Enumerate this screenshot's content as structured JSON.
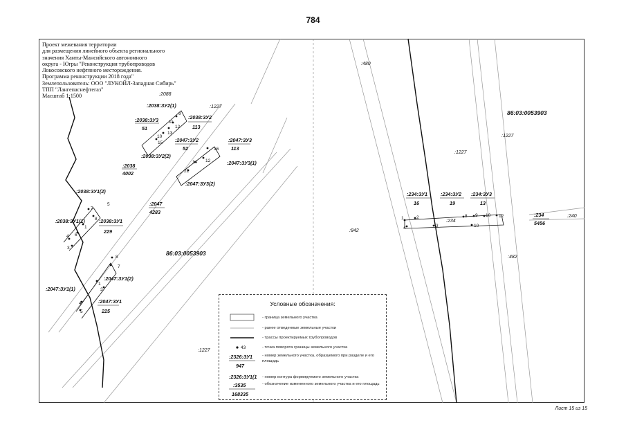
{
  "page_number": "784",
  "sheet_label": "Лист 15 из 15",
  "title_block": {
    "lines": [
      "Проект межевания территории",
      "для размещения линейного объекта регионального",
      "значения Ханты-Мансийского автономного",
      "округа - Югры \"Реконструкция трубопроводов",
      "Локосовского нефтяного месторождения.",
      "Программа реконструкции 2018 года\"",
      "Землепользователь: ООО \"ЛУКОЙЛ-Западная Сибирь\"",
      "ТПП \"Лангепаснефтегаз\"",
      "Масштаб 1:1500"
    ]
  },
  "map": {
    "quarter_labels": [
      "86:03:0053903",
      "86:03:0053903"
    ],
    "parcel_labels": [
      {
        "id": ":2038:ЗУ2(1)"
      },
      {
        "id": ":2038:ЗУ3",
        "area": "51"
      },
      {
        "id": ":2038:ЗУ2",
        "area": "113"
      },
      {
        "id": ":2038:ЗУ2(2)"
      },
      {
        "id": ":2047:ЗУ2",
        "area": "52"
      },
      {
        "id": ":2047:ЗУ3",
        "area": "113"
      },
      {
        "id": ":2047:ЗУ3(1)"
      },
      {
        "id": ":2047:ЗУ3(2)"
      },
      {
        "id": ":2038",
        "area": "4002"
      },
      {
        "id": ":2047",
        "area": "4283"
      },
      {
        "id": ":2038:ЗУ1(2)"
      },
      {
        "id": ":2038:ЗУ1(1)"
      },
      {
        "id": ":2038:ЗУ1",
        "area": "229"
      },
      {
        "id": ":2047:ЗУ1(2)"
      },
      {
        "id": ":2047:ЗУ1(1)"
      },
      {
        "id": ":2047:ЗУ1",
        "area": "225"
      },
      {
        "id": ":234:ЗУ1",
        "area": "16"
      },
      {
        "id": ":234:ЗУ2",
        "area": "19"
      },
      {
        "id": ":234:ЗУ3",
        "area": "13"
      },
      {
        "id": ":234",
        "area": "5456"
      }
    ],
    "plain_labels": [
      ":2088",
      ":1227",
      ":480",
      ":1227",
      ":1227",
      ":842",
      ":482",
      ":1227",
      ":240",
      ":234"
    ],
    "points": [
      "9",
      "11",
      "12",
      "13",
      "10",
      "15",
      "16",
      "12",
      "14",
      "22",
      "5",
      "7",
      "8",
      "1",
      "6",
      "4",
      "3",
      "8",
      "7",
      "1",
      "3",
      "4",
      "5",
      "1",
      "2",
      "3",
      "4",
      "8",
      "9",
      "10",
      "12",
      "10"
    ]
  },
  "legend": {
    "title": "Условные обозначения:",
    "items": [
      {
        "text": "- граница земельного участка"
      },
      {
        "text": "- ранее отведенные земельные участки"
      },
      {
        "text": "- трассы проектируемых трубопроводов"
      },
      {
        "symbol_text": "43",
        "text": "- точка поворота границы земельного участка"
      },
      {
        "symbol_top": ":2326:ЗУ1",
        "symbol_bottom": "947",
        "text": "- номер земельного участка, образуемого при разделе и его площадь"
      },
      {
        "symbol_top": ":2326:ЗУ1(1)",
        "text": "- номер контура формируемого земельного участка"
      },
      {
        "symbol_top": ":3535",
        "symbol_bottom": "168335",
        "text": "- обозначение измененного земельного участка и его площадь"
      }
    ]
  }
}
